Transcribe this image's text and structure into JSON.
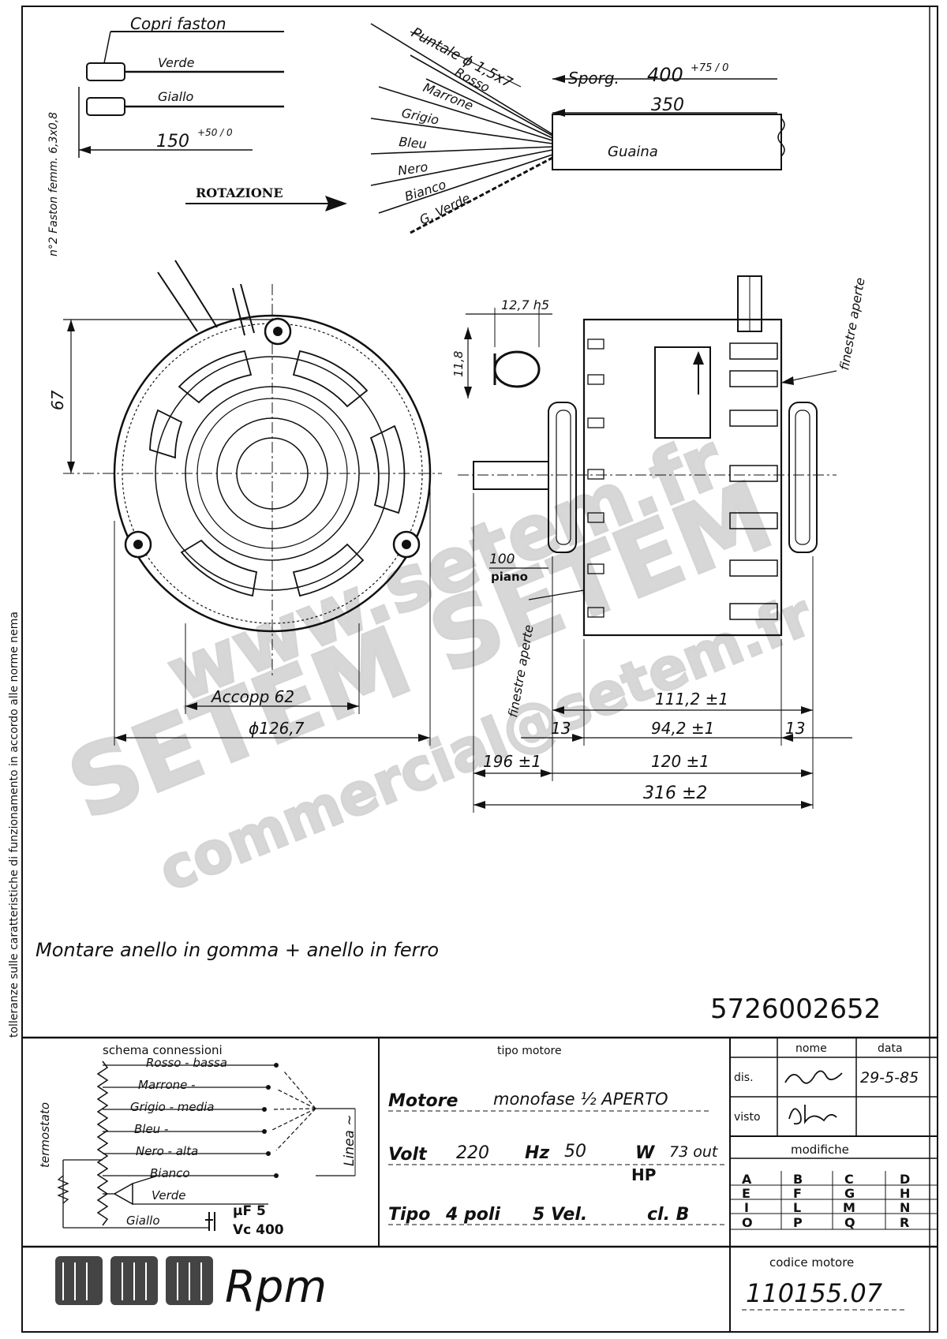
{
  "side_note": "tolleranze sulle caratteristiche di funzionamento in accordo alle norme nema",
  "wiring_top": {
    "copri_faston": "Copri faston",
    "verde": "Verde",
    "giallo": "Giallo",
    "faston_note": "n°2 Faston femm. 6,3x0,8",
    "length_150": "150",
    "length_150_tol": "+50 / 0",
    "rotazione": "ROTAZIONE",
    "puntale": "Puntale ϕ 1,5x7",
    "wires": [
      "Rosso",
      "Marrone",
      "Grigio",
      "Bleu",
      "Nero",
      "Bianco",
      "G. Verde"
    ],
    "sporg": "Sporg.",
    "sporg_value": "400",
    "sporg_tol": "+75 / 0",
    "guaina_len": "350",
    "guaina": "Guaina"
  },
  "front_view": {
    "dim_67": "67",
    "accopp": "Accopp 62",
    "diameter": "ϕ126,7"
  },
  "side_view": {
    "shaft_dia": "12,7 h5",
    "flat": "11,8",
    "piano_value": "100",
    "piano": "piano",
    "finestre_1": "finestre aperte",
    "finestre_2": "finestre aperte",
    "d_111": "111,2 ±1",
    "d_13a": "13",
    "d_94": "94,2 ±1",
    "d_13b": "13",
    "d_196": "196 ±1",
    "d_120": "120 ±1",
    "d_316": "316 ±2"
  },
  "watermark": {
    "line1": "www.setem.fr",
    "line2": "SETEM SETEM",
    "line3": "commercial@setem.fr"
  },
  "note": "Montare anello in gomma + anello in ferro",
  "part_number": "5726002652",
  "schema": {
    "title": "schema connessioni",
    "labels": [
      "Rosso - bassa",
      "Marrone -",
      "Grigio - media",
      "Bleu -",
      "Nero - alta",
      "Bianco",
      "Verde",
      "Giallo"
    ],
    "termostato": "termostato",
    "linea": "Linea ~",
    "uf": "μF 5",
    "vc": "Vc 400"
  },
  "tipo": {
    "header": "tipo motore",
    "line1_a": "Motore",
    "line1_b": "monofase ½ APERTO",
    "volt_label": "Volt",
    "volt_value": "220",
    "hz_label": "Hz",
    "hz_value": "50",
    "w_label": "W",
    "w_value": "73 out",
    "hp_label": "HP",
    "tipo_label": "Tipo",
    "poli": "4 poli",
    "vel": "5 Vel.",
    "cl": "cl. B"
  },
  "approvals": {
    "nome": "nome",
    "data": "data",
    "dis": "dis.",
    "visto": "visto",
    "data_value": "29-5-85",
    "modifiche": "modifiche",
    "letters": [
      "A",
      "B",
      "C",
      "D",
      "E",
      "F",
      "G",
      "H",
      "I",
      "L",
      "M",
      "N",
      "O",
      "P",
      "Q",
      "R"
    ]
  },
  "brand": "Rpm",
  "codice_label": "codice motore",
  "codice_value": "110155.07"
}
